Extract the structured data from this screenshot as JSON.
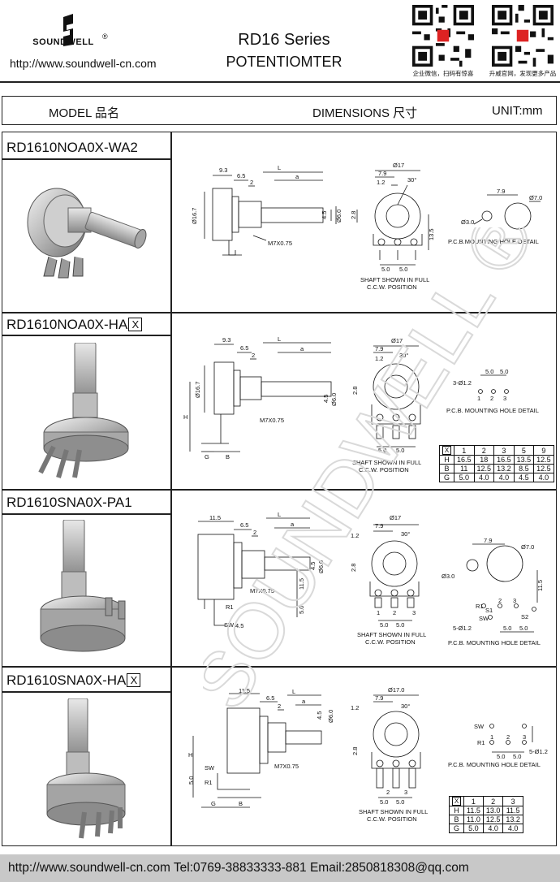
{
  "header": {
    "brand": "SOUNDWELL",
    "registered_mark": "®",
    "website": "http://www.soundwell-cn.com",
    "series": "RD16  Series",
    "subtitle": "POTENTIOMTER",
    "qr_left_caption": "企业微信，扫码有惊喜",
    "qr_right_caption": "升威官网，发现更多产品"
  },
  "columns": {
    "model": "MODEL 品名",
    "dimensions": "DIMENSIONS 尺寸",
    "unit": "UNIT:mm"
  },
  "common_labels": {
    "thread": "M7X0.75",
    "shaft_note_1": "SHAFT SHOWN IN FULL",
    "shaft_note_2": "C.C.W. POSITION",
    "pcb_detail": "P.C.B.MOUNTING HOLE DETAIL",
    "pcb_detail_spaced": "P.C.B. MOUNTING HOLE DETAIL"
  },
  "products": [
    {
      "model": "RD1610NOA0X-WA2",
      "dims": {
        "d1": "9.3",
        "d2": "6.5",
        "d3": "2",
        "L": "L",
        "a": "a",
        "dia17": "Ø17",
        "w79": "7.9",
        "w12": "1.2",
        "ang": "30°",
        "h28": "2.8",
        "h135": "13.5",
        "p50a": "5.0",
        "p50b": "5.0",
        "h167": "Ø16.7",
        "s45": "4.5",
        "s60": "Ø6.0",
        "hole_spacing": "7.9",
        "hole_big": "Ø7.0",
        "hole_small": "Ø3.0"
      }
    },
    {
      "model": "RD1610NOA0X-HA",
      "model_box": "X",
      "dims": {
        "d1": "9.3",
        "d2": "6.5",
        "d3": "2",
        "L": "L",
        "a": "a",
        "dia17": "Ø17",
        "w79": "7.9",
        "w12": "1.2",
        "ang": "30°",
        "h28": "2.8",
        "p50a": "5.0",
        "p50b": "5.0",
        "h167": "Ø16.7",
        "s45": "4.5",
        "s60": "Ø6.0",
        "H": "H",
        "G": "G",
        "B": "B",
        "holes": "3-Ø1.2",
        "pitch": "5.0",
        "pin1": "1",
        "pin2": "2",
        "pin3": "3"
      },
      "table": {
        "header": [
          "X",
          "1",
          "2",
          "3",
          "5",
          "9"
        ],
        "rows": [
          [
            "H",
            "16.5",
            "18",
            "16.5",
            "13.5",
            "12.5"
          ],
          [
            "B",
            "11",
            "12.5",
            "13.2",
            "8.5",
            "12.5"
          ],
          [
            "G",
            "5.0",
            "4.0",
            "4.0",
            "4.5",
            "4.0"
          ]
        ]
      }
    },
    {
      "model": "RD1610SNA0X-PA1",
      "dims": {
        "d1": "11.5",
        "d2": "6.5",
        "d3": "2",
        "L": "L",
        "a": "a",
        "dia17": "Ø17",
        "w79": "7.9",
        "w12": "1.2",
        "ang": "30°",
        "h28": "2.8",
        "p50a": "5.0",
        "p50b": "5.0",
        "s45": "4.5",
        "s60": "Ø6.0",
        "h115": "11.5",
        "h50": "5.0",
        "R1": "R1",
        "SW": "SW",
        "sw45": "4.5",
        "pin1": "1",
        "pin2": "2",
        "pin3": "3",
        "hole_spacing": "7.9",
        "hole_big": "Ø7.0",
        "hole_small": "Ø3.0",
        "pcb_h": "11.5",
        "S1": "S1",
        "S2": "S2",
        "holes5": "5-Ø1.2",
        "pcb_p1": "5.0",
        "pcb_p2": "5.0"
      }
    },
    {
      "model": "RD1610SNA0X-HA",
      "model_box": "X",
      "dims": {
        "d1": "11.5",
        "d2": "6.5",
        "d3": "2",
        "L": "L",
        "a": "a",
        "dia17": "Ø17.0",
        "w79": "7.9",
        "w12": "1.2",
        "ang": "30°",
        "h28": "2.8",
        "p50a": "5.0",
        "p50b": "5.0",
        "s45": "4.5",
        "s60": "Ø6.0",
        "H": "H",
        "G": "G",
        "B": "B",
        "SW": "SW",
        "R1": "R1",
        "h50": "5.0",
        "pin1": "1",
        "pin2": "2",
        "pin3": "3",
        "holes5": "5-Ø1.2"
      },
      "table": {
        "header": [
          "X",
          "1",
          "2",
          "3"
        ],
        "rows": [
          [
            "H",
            "11.5",
            "13.0",
            "11.5"
          ],
          [
            "B",
            "11.0",
            "12.5",
            "13.2"
          ],
          [
            "G",
            "5.0",
            "4.0",
            "4.0"
          ]
        ]
      }
    }
  ],
  "footer": {
    "text": "http://www.soundwell-cn.com  Tel:0769-38833333-881  Email:2850818308@qq.com"
  },
  "watermark": "SOUNDWELL ®"
}
